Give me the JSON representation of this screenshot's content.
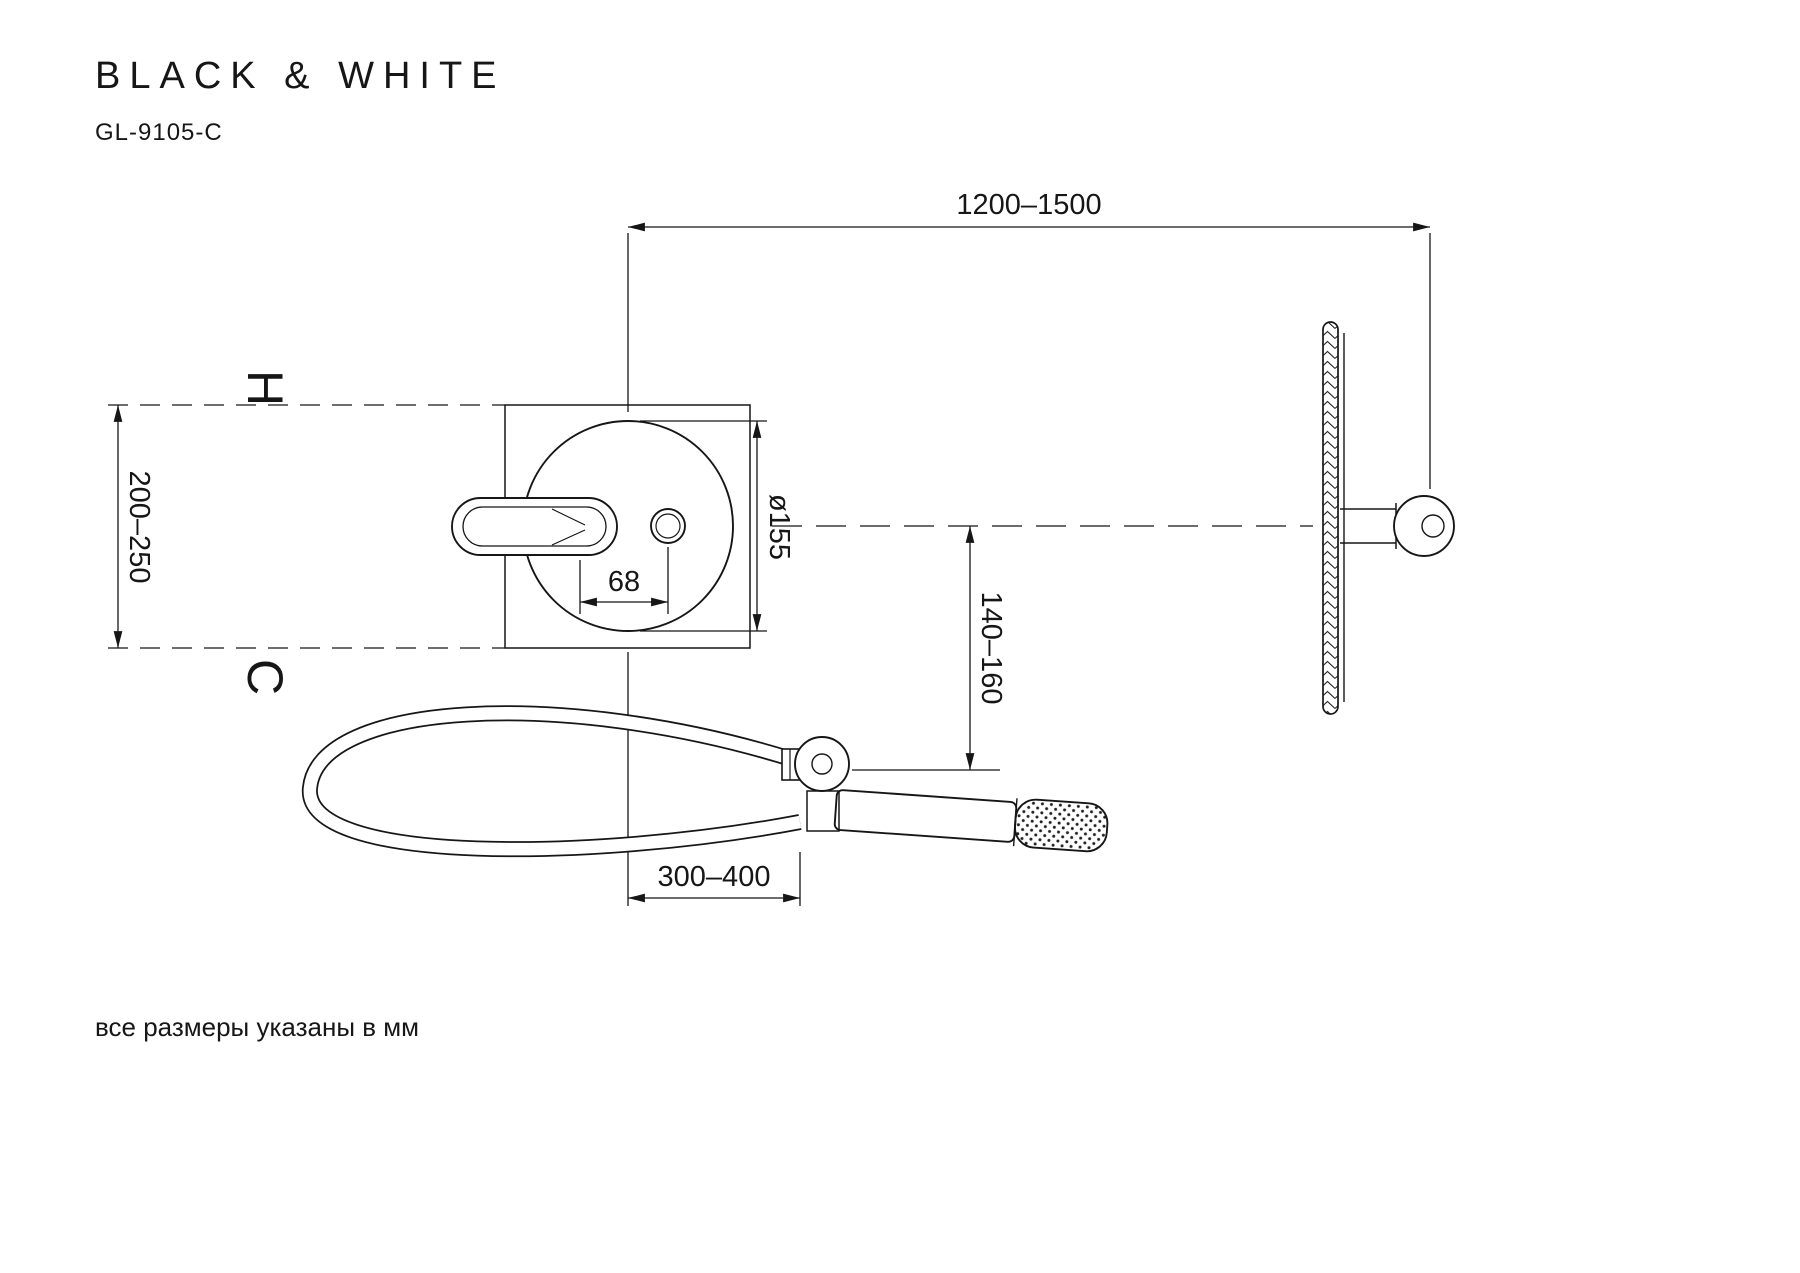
{
  "brand": {
    "logo": "BLACK & WHITE",
    "model": "GL-9105-C"
  },
  "labels": {
    "hot": "H",
    "cold": "C"
  },
  "dimensions": {
    "top_width": "1200–1500",
    "left_height": "200–250",
    "diameter": "ø155",
    "handle_offset": "68",
    "drop": "140–160",
    "offset": "300–400"
  },
  "note": "все размеры указаны в мм"
}
